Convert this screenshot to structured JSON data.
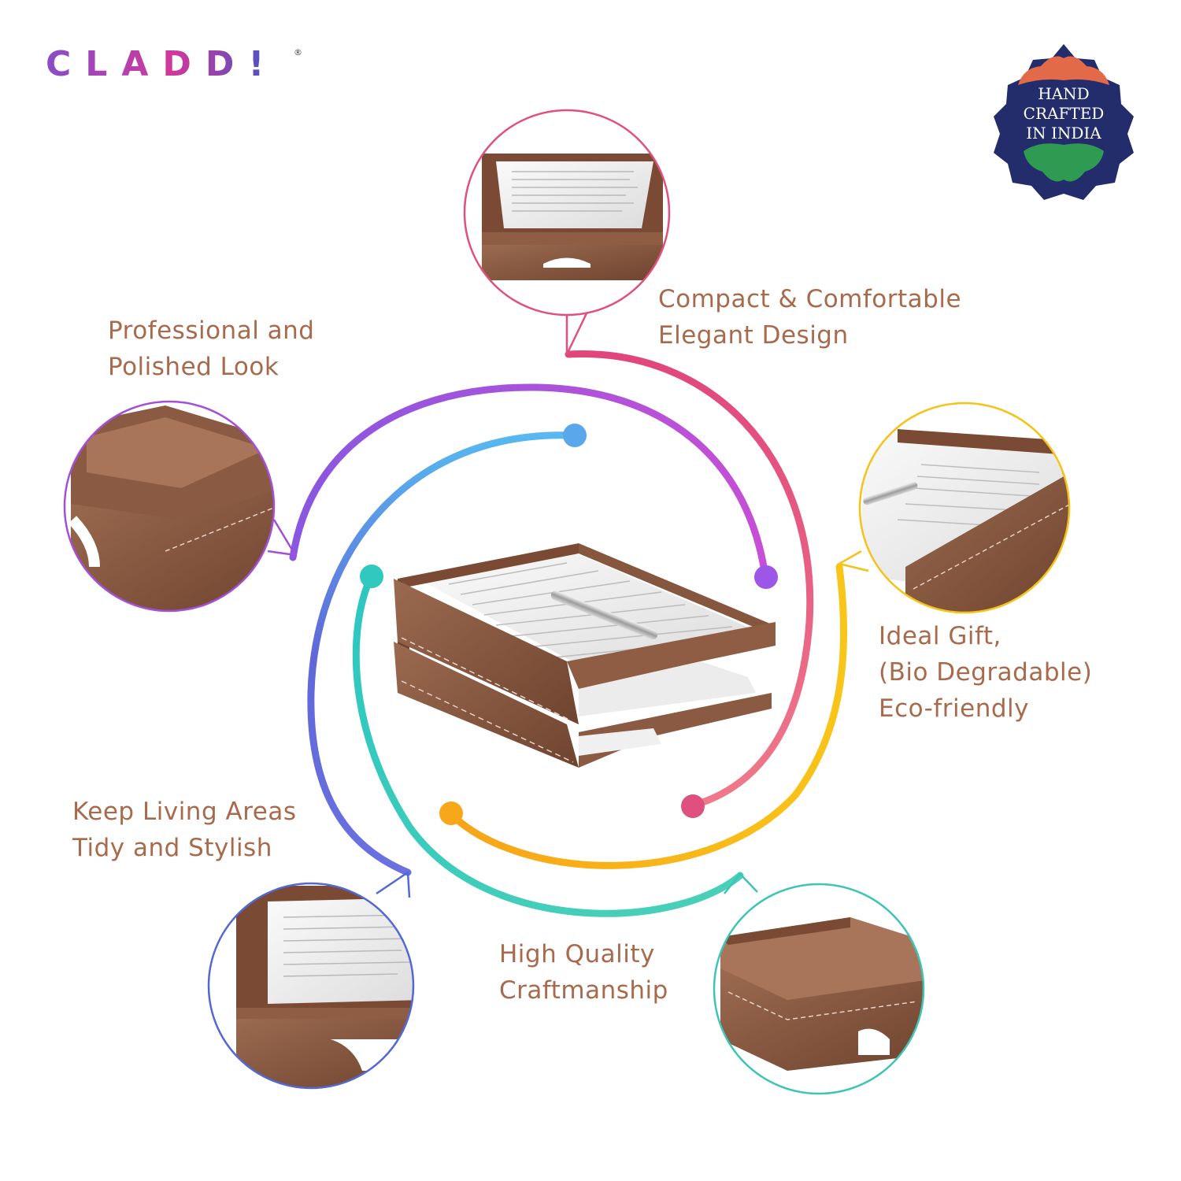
{
  "brand": {
    "logo_text": "CLADD!",
    "registered_mark": "®",
    "gradient_colors": [
      "#8a4cc9",
      "#d1389a",
      "#3e55c7"
    ]
  },
  "badge": {
    "lines": [
      "HAND",
      "CRAFTED",
      "IN INDIA"
    ],
    "background": "#242d6b",
    "top_color": "#e36a48",
    "bottom_color": "#2f9a52"
  },
  "features": [
    {
      "id": "compact",
      "lines": [
        "Compact & Comfortable",
        "Elegant Design"
      ],
      "accent": "#e0507f",
      "icon": "stacked-tray-with-papers-icon"
    },
    {
      "id": "professional",
      "lines": [
        "Professional and",
        "Polished Look"
      ],
      "accent": "#a34fd8",
      "icon": "tray-corner-closeup-icon"
    },
    {
      "id": "gift",
      "lines": [
        "Ideal Gift,",
        "(Bio Degradable)",
        "Eco-friendly"
      ],
      "accent": "#f5c218",
      "icon": "tray-with-pen-icon"
    },
    {
      "id": "tidy",
      "lines": [
        "Keep Living Areas",
        "Tidy and Stylish"
      ],
      "accent": "#5468d4",
      "icon": "stacked-trays-side-icon"
    },
    {
      "id": "quality",
      "lines": [
        "High Quality",
        "Craftmanship"
      ],
      "accent": "#3ec4b5",
      "icon": "empty-tray-icon"
    }
  ],
  "product": {
    "icon": "two-tier-leather-document-tray-icon",
    "leather_color": "#8a5a42"
  }
}
